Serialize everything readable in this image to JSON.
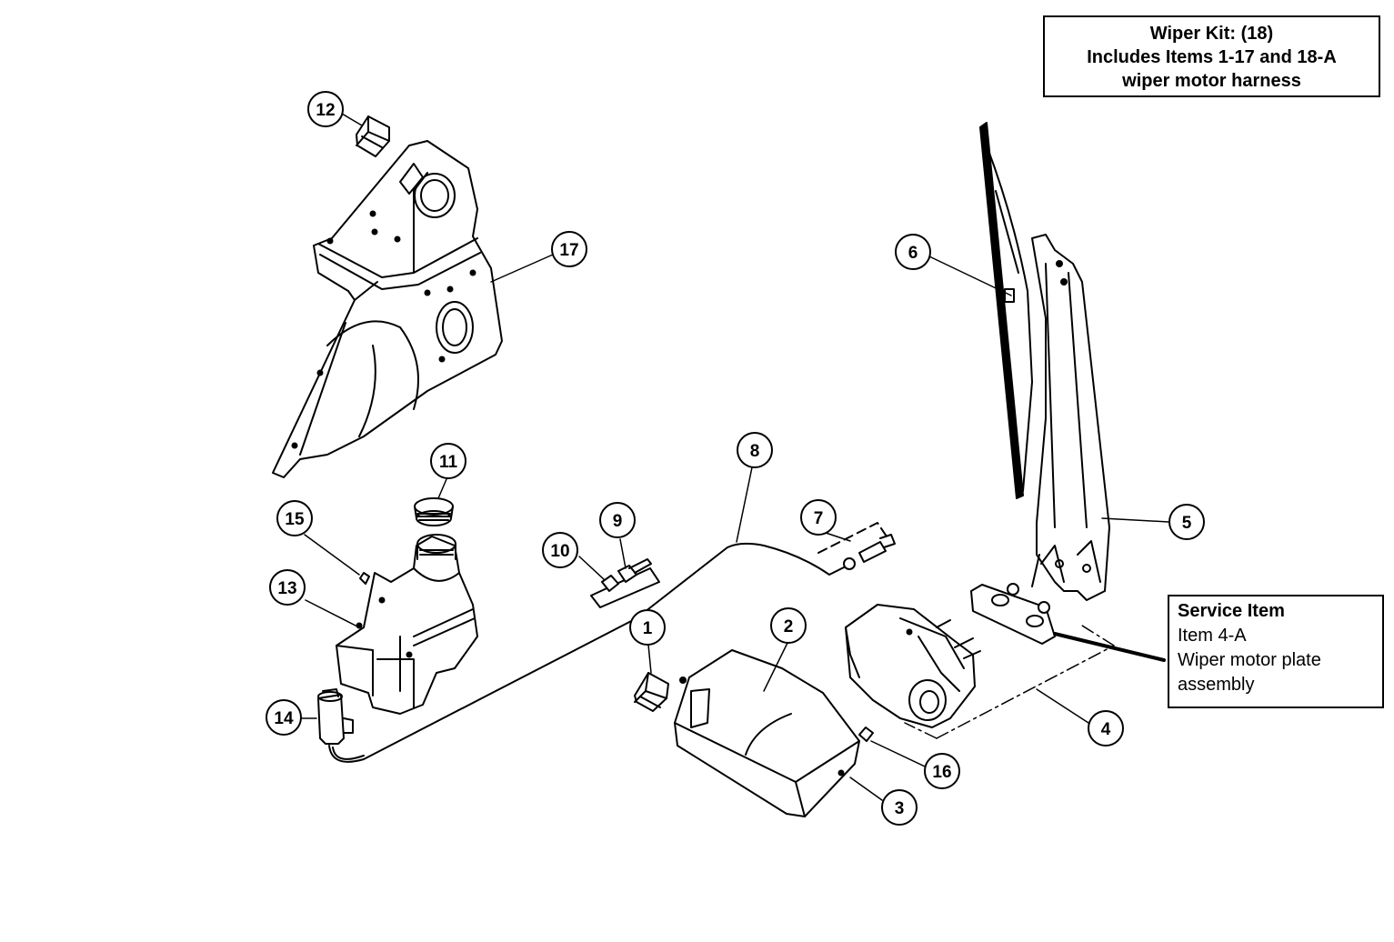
{
  "kit_note": {
    "line1": "Wiper Kit: (18)",
    "line2": "Includes Items 1-17 and 18-A",
    "line3": "wiper motor harness"
  },
  "service_note": {
    "title": "Service Item",
    "line1": "Item 4-A",
    "line2": "Wiper motor plate",
    "line3": "assembly"
  },
  "callouts": {
    "c1": "1",
    "c2": "2",
    "c3": "3",
    "c4": "4",
    "c5": "5",
    "c6": "6",
    "c7": "7",
    "c8": "8",
    "c9": "9",
    "c10": "10",
    "c11": "11",
    "c12": "12",
    "c13": "13",
    "c14": "14",
    "c15": "15",
    "c16": "16",
    "c17": "17"
  }
}
